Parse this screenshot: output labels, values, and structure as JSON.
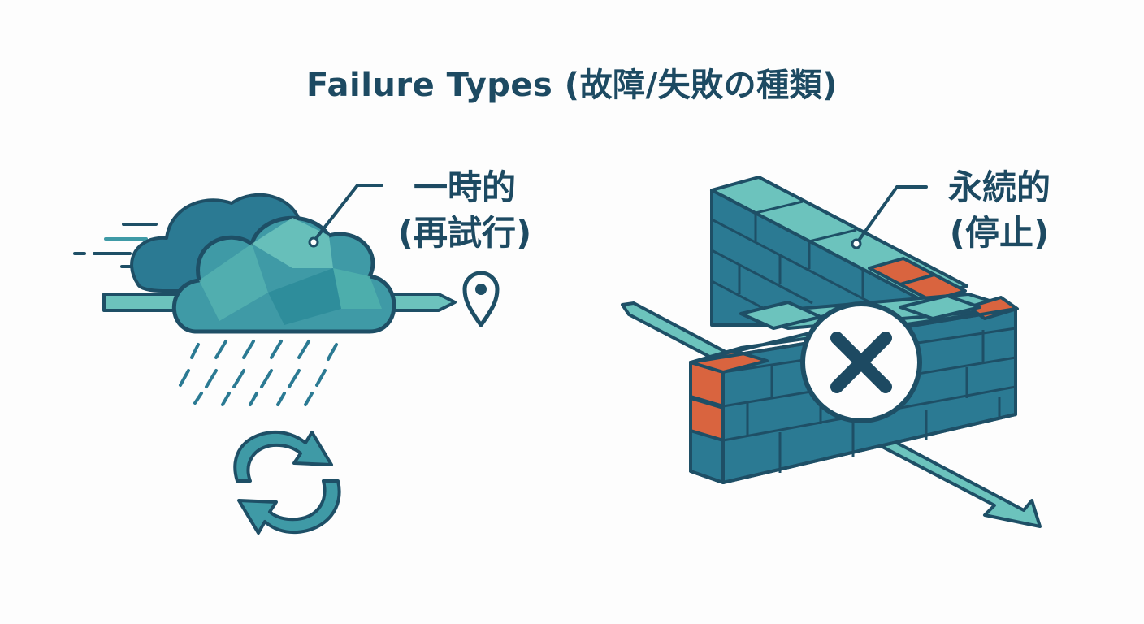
{
  "title": "Failure Types (故障/失敗の種類)",
  "transient": {
    "label_line1": "一時的",
    "label_line2": "(再試行)",
    "icons": [
      "cloud-icon",
      "rain-icon",
      "refresh-cycle-icon",
      "location-pin-icon"
    ]
  },
  "permanent": {
    "label_line1": "永続的",
    "label_line2": "(停止)",
    "icons": [
      "brick-wall-icon",
      "blocked-x-icon",
      "arrow-icon"
    ]
  },
  "colors": {
    "dark_navy": "#1d4a62",
    "teal_dark": "#2b7a93",
    "teal_mid": "#3f9aa6",
    "teal_light": "#6cc3bd",
    "brick_red": "#d9643f",
    "outline": "#1e4f66"
  }
}
